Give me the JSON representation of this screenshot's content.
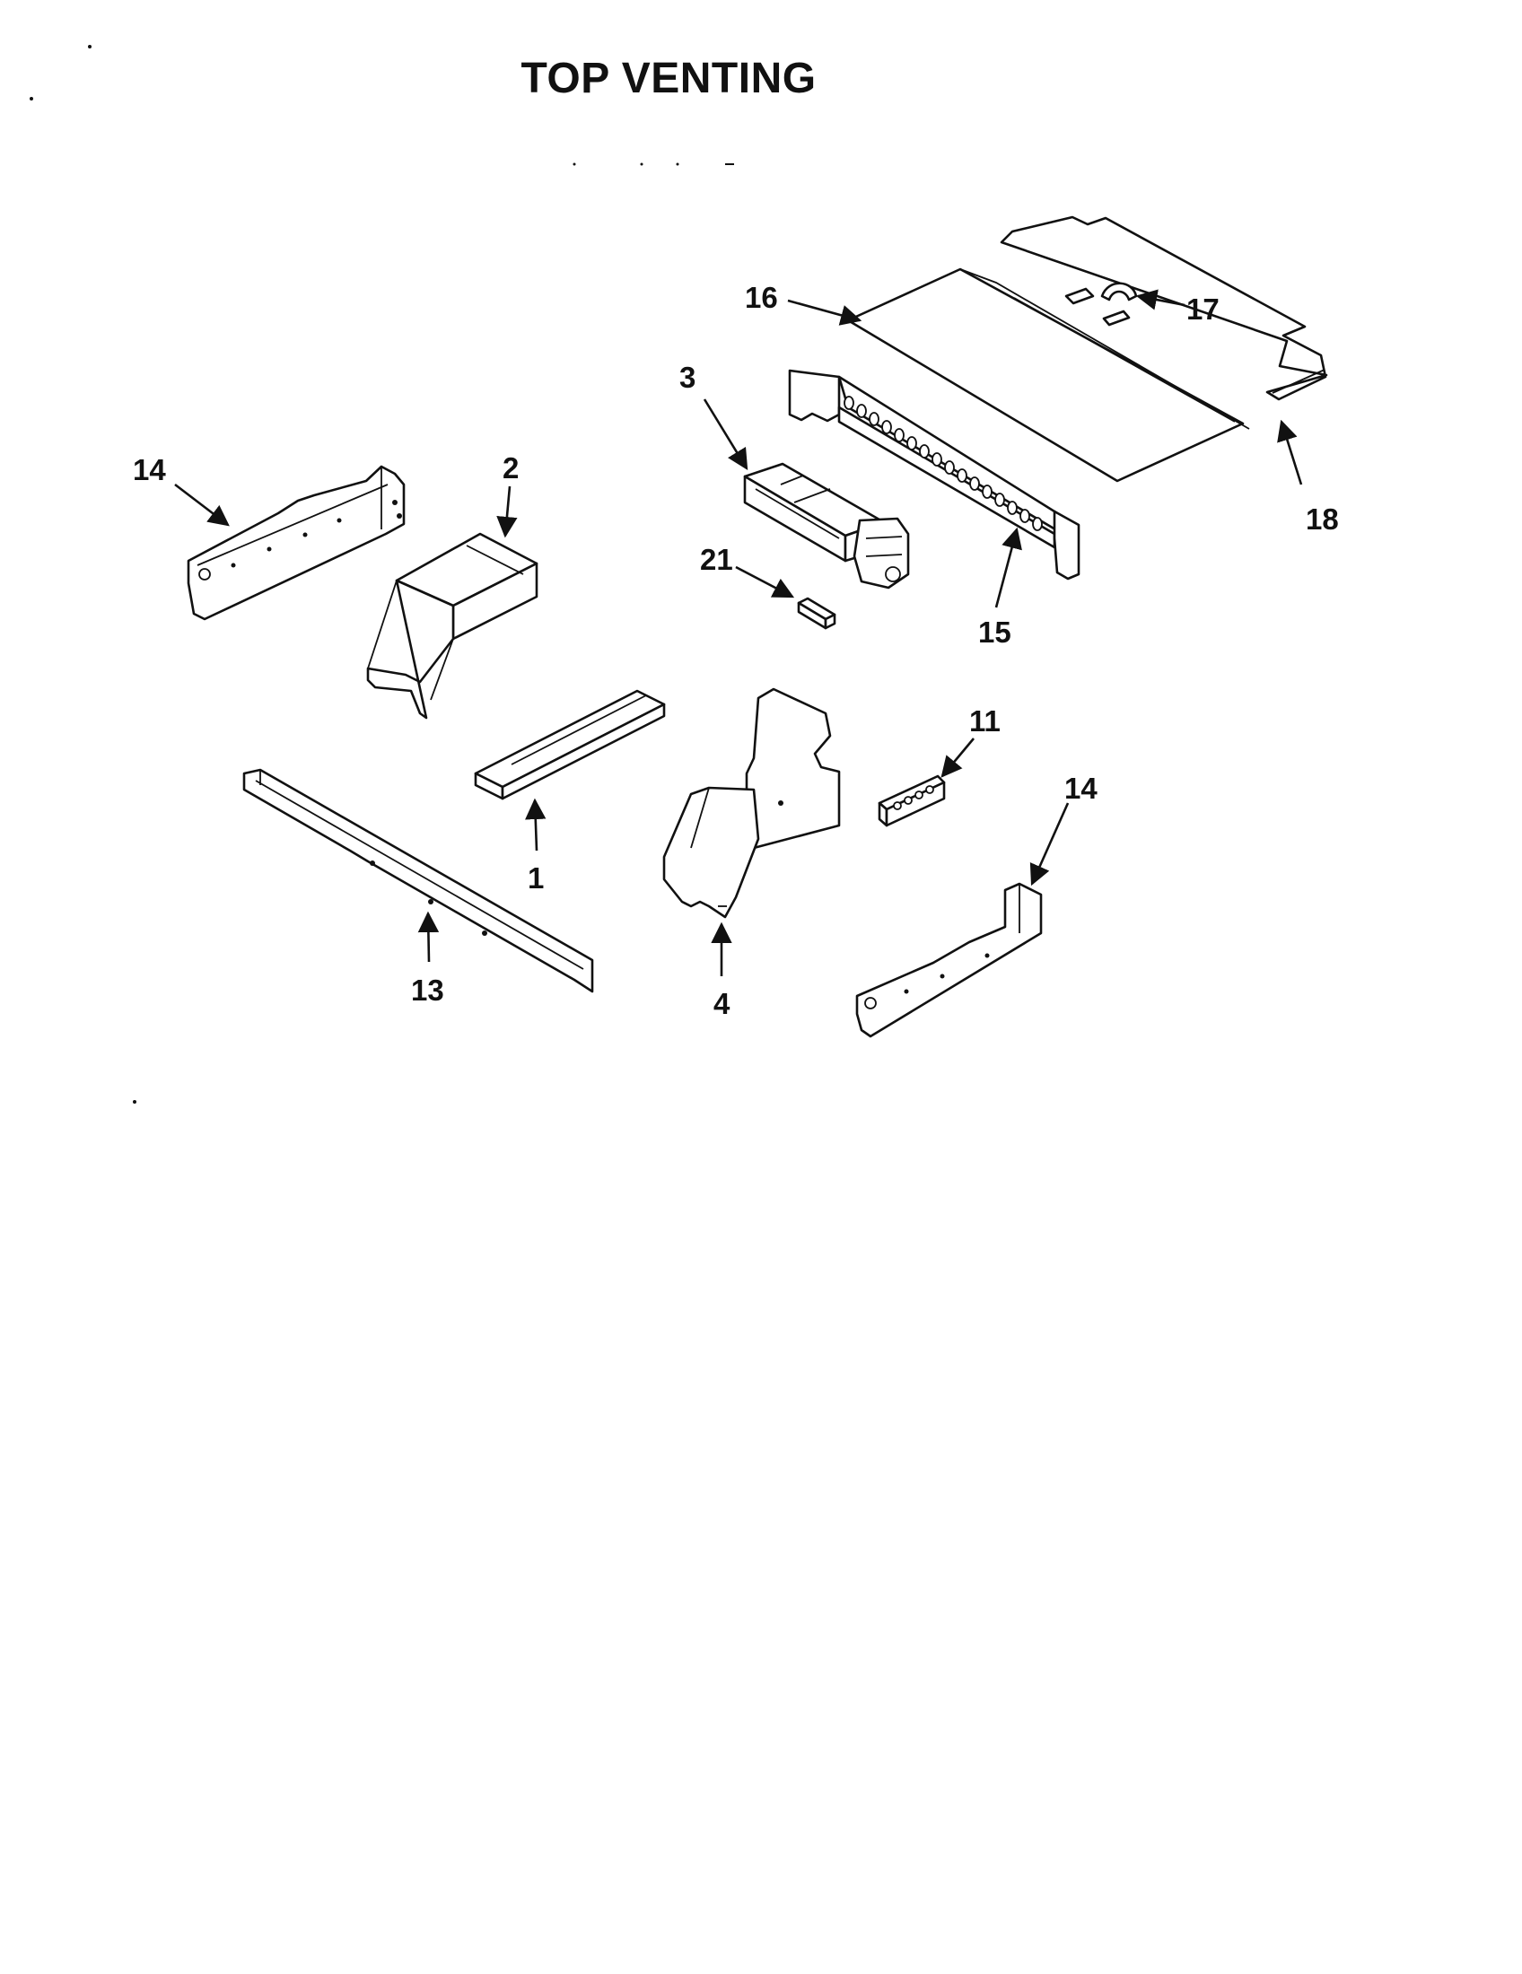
{
  "title": "TOP VENTING",
  "colors": {
    "ink": "#111111",
    "background": "#ffffff"
  },
  "callouts": {
    "p1": "1",
    "p2": "2",
    "p3": "3",
    "p4": "4",
    "p11": "11",
    "p13": "13",
    "p14_left": "14",
    "p14_right": "14",
    "p15": "15",
    "p16": "16",
    "p17": "17",
    "p18": "18",
    "p21": "21"
  }
}
